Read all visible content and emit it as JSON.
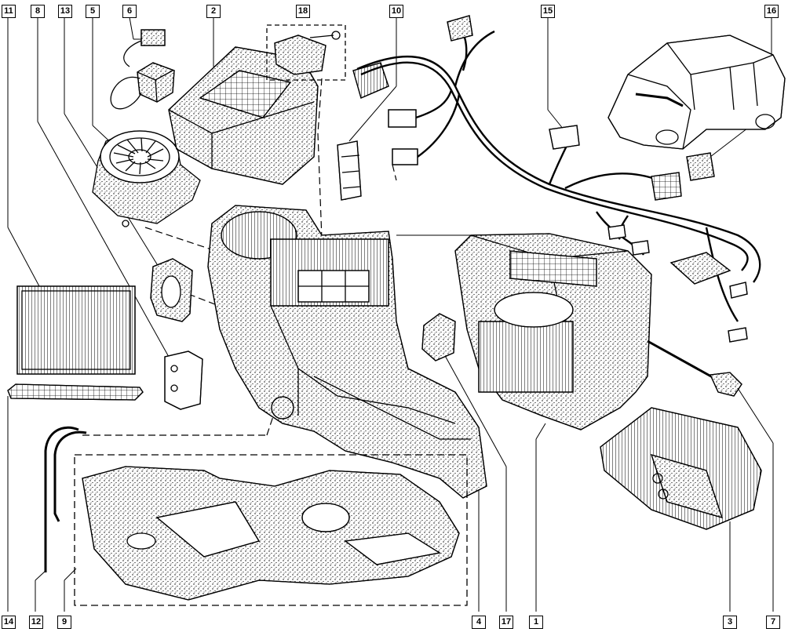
{
  "callouts": [
    {
      "id": "c11",
      "label": "11"
    },
    {
      "id": "c8",
      "label": "8"
    },
    {
      "id": "c13",
      "label": "13"
    },
    {
      "id": "c5",
      "label": "5"
    },
    {
      "id": "c6",
      "label": "6"
    },
    {
      "id": "c2",
      "label": "2"
    },
    {
      "id": "c18",
      "label": "18"
    },
    {
      "id": "c10",
      "label": "10"
    },
    {
      "id": "c15",
      "label": "15"
    },
    {
      "id": "c16",
      "label": "16"
    },
    {
      "id": "c14",
      "label": "14"
    },
    {
      "id": "c12",
      "label": "12"
    },
    {
      "id": "c9",
      "label": "9"
    },
    {
      "id": "c4",
      "label": "4"
    },
    {
      "id": "c17",
      "label": "17"
    },
    {
      "id": "c1",
      "label": "1"
    },
    {
      "id": "c3",
      "label": "3"
    },
    {
      "id": "c7",
      "label": "7"
    }
  ]
}
